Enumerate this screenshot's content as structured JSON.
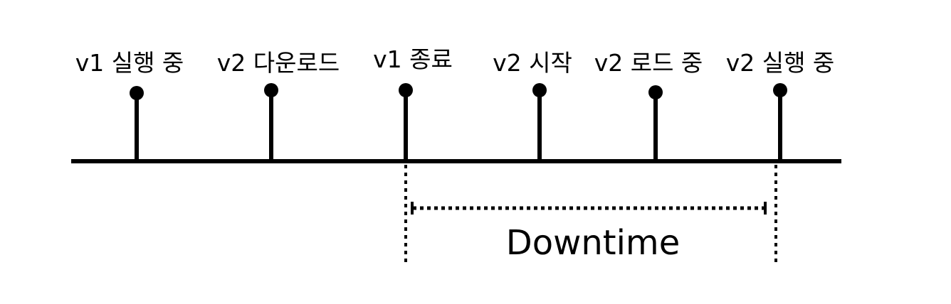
{
  "timeline": {
    "events": [
      {
        "label": "v1 실행 중"
      },
      {
        "label": "v2 다운로드"
      },
      {
        "label": "v1 종료"
      },
      {
        "label": "v2 시작"
      },
      {
        "label": "v2 로드 중"
      },
      {
        "label": "v2 실행 중"
      }
    ],
    "downtime": {
      "label": "Downtime",
      "from_event": 2,
      "to_event": 5
    }
  },
  "colors": {
    "stroke": "#000000",
    "background": "#ffffff"
  }
}
